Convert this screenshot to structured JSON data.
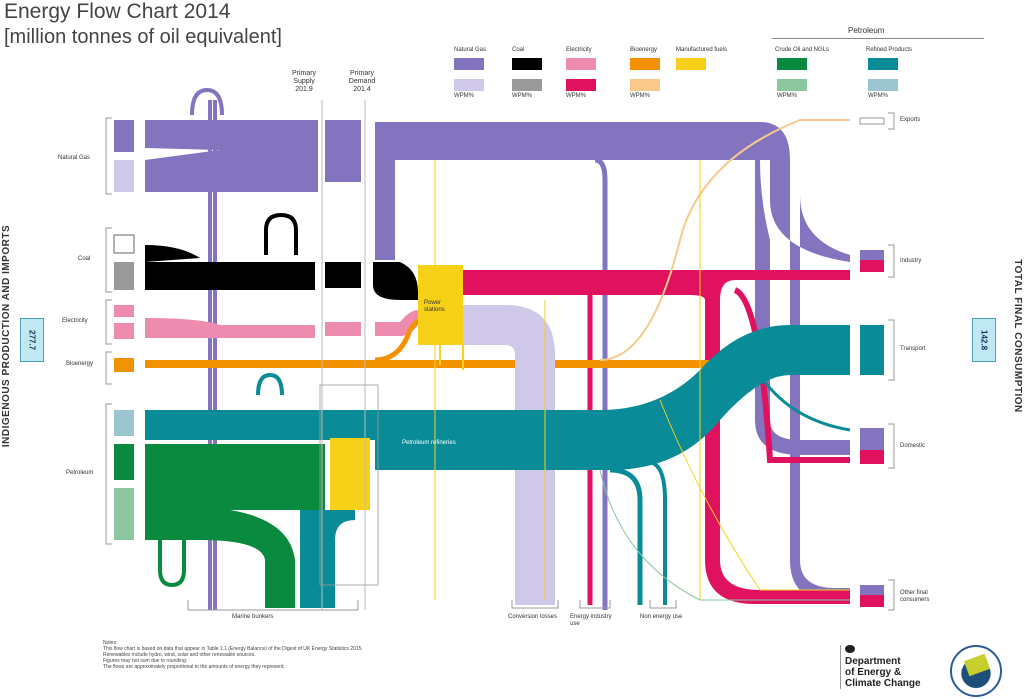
{
  "header": {
    "title": "Energy Flow Chart 2014",
    "subtitle": "[million tonnes of oil equivalent]"
  },
  "legend": {
    "petroleum_label": "Petroleum",
    "items": [
      {
        "label": "Natural Gas",
        "color": "#8474c0",
        "color2": "#cfc8e8",
        "note": "WPM%"
      },
      {
        "label": "Coal",
        "color": "#000000",
        "color2": "#9a9a9a",
        "note": "WPM%"
      },
      {
        "label": "Electricity",
        "color": "#ee8cb0",
        "color2": "#e0115f",
        "note": "WPM%"
      },
      {
        "label": "Bioenergy",
        "color": "#f39200",
        "color2": "#f8c98a",
        "note": "WPM%"
      },
      {
        "label": "Manufactured fuels",
        "color": "#f7d117"
      },
      {
        "label": "Crude Oil and NGLs",
        "color": "#0a8a3e",
        "color2": "#8cc7a0",
        "note": "WPM%"
      },
      {
        "label": "Refined Products",
        "color": "#0a8c98",
        "color2": "#9bc6cf",
        "note": "WPM%"
      }
    ]
  },
  "primary": {
    "supply_label": "Primary Supply",
    "supply_value": "201.9",
    "demand_label": "Primary Demand",
    "demand_value": "201.4"
  },
  "left": {
    "axis_label": "INDIGENOUS PRODUCTION AND IMPORTS",
    "total": "277.7",
    "sources": [
      "Natural Gas",
      "Coal",
      "Electricity",
      "Bioenergy",
      "Petroleum"
    ]
  },
  "right": {
    "axis_label": "TOTAL FINAL CONSUMPTION",
    "total": "142.8",
    "sinks": [
      "Exports",
      "Industry",
      "Transport",
      "Domestic",
      "Other final consumers"
    ]
  },
  "middle": {
    "conversion_losses": "Conversion losses",
    "energy_industry": "Energy industry use",
    "non_energy": "Non energy use",
    "petroleum_refineries": "Petroleum refineries",
    "power_stations": "Power stations",
    "bunkers": "Marine bunkers"
  },
  "footer": {
    "notes": [
      "Notes:",
      "This flow chart is based on data that appear in Table 1.1 (Energy Balance) of the Digest of UK Energy Statistics 2015.",
      "Renewables include hydro, wind, solar and other renewable sources.",
      "Figures may not sum due to rounding.",
      "The flows are approximately proportional to the amounts of energy they represent."
    ],
    "department": [
      "Department",
      "of Energy &",
      "Climate Change"
    ]
  }
}
